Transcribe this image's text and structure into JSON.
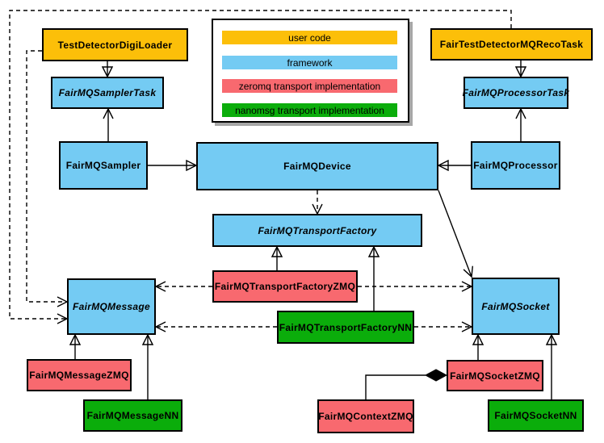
{
  "palette": {
    "user_code": "#fcbf09",
    "framework": "#74cbf3",
    "zeromq": "#f8696f",
    "nanomsg": "#0bad0b",
    "line": "#000000",
    "background": "#ffffff"
  },
  "legend": {
    "items": [
      {
        "label": "user code",
        "category": "user_code"
      },
      {
        "label": "framework",
        "category": "framework"
      },
      {
        "label": "zeromq transport implementation",
        "category": "zeromq"
      },
      {
        "label": "nanomsg transport implementation",
        "category": "nanomsg"
      }
    ]
  },
  "nodes": {
    "digi_loader": {
      "label": "TestDetectorDigiLoader",
      "category": "user_code",
      "abstract": false
    },
    "reco_task": {
      "label": "FairTestDetectorMQRecoTask",
      "category": "user_code",
      "abstract": false
    },
    "sampler_task": {
      "label": "FairMQSamplerTask",
      "category": "framework",
      "abstract": true
    },
    "processor_task": {
      "label": "FairMQProcessorTask",
      "category": "framework",
      "abstract": true
    },
    "sampler": {
      "label": "FairMQSampler",
      "category": "framework",
      "abstract": false
    },
    "processor": {
      "label": "FairMQProcessor",
      "category": "framework",
      "abstract": false
    },
    "device": {
      "label": "FairMQDevice",
      "category": "framework",
      "abstract": false
    },
    "transport_factory": {
      "label": "FairMQTransportFactory",
      "category": "framework",
      "abstract": true
    },
    "transport_factory_zmq": {
      "label": "FairMQTransportFactoryZMQ",
      "category": "zeromq",
      "abstract": false
    },
    "transport_factory_nn": {
      "label": "FairMQTransportFactoryNN",
      "category": "nanomsg",
      "abstract": false
    },
    "message": {
      "label": "FairMQMessage",
      "category": "framework",
      "abstract": true
    },
    "socket": {
      "label": "FairMQSocket",
      "category": "framework",
      "abstract": true
    },
    "message_zmq": {
      "label": "FairMQMessageZMQ",
      "category": "zeromq",
      "abstract": false
    },
    "message_nn": {
      "label": "FairMQMessageNN",
      "category": "nanomsg",
      "abstract": false
    },
    "socket_zmq": {
      "label": "FairMQSocketZMQ",
      "category": "zeromq",
      "abstract": false
    },
    "socket_nn": {
      "label": "FairMQSocketNN",
      "category": "nanomsg",
      "abstract": false
    },
    "context_zmq": {
      "label": "FairMQContextZMQ",
      "category": "zeromq",
      "abstract": false
    }
  },
  "edges": [
    {
      "from": "TestDetectorDigiLoader",
      "to": "FairMQSamplerTask",
      "type": "inheritance"
    },
    {
      "from": "FairTestDetectorMQRecoTask",
      "to": "FairMQProcessorTask",
      "type": "inheritance"
    },
    {
      "from": "FairMQSampler",
      "to": "FairMQSamplerTask",
      "type": "association"
    },
    {
      "from": "FairMQProcessor",
      "to": "FairMQProcessorTask",
      "type": "association"
    },
    {
      "from": "FairMQSampler",
      "to": "FairMQDevice",
      "type": "inheritance"
    },
    {
      "from": "FairMQProcessor",
      "to": "FairMQDevice",
      "type": "inheritance"
    },
    {
      "from": "FairMQDevice",
      "to": "FairMQTransportFactory",
      "type": "dependency"
    },
    {
      "from": "FairMQDevice",
      "to": "FairMQSocket",
      "type": "association"
    },
    {
      "from": "FairMQTransportFactoryZMQ",
      "to": "FairMQTransportFactory",
      "type": "inheritance"
    },
    {
      "from": "FairMQTransportFactoryNN",
      "to": "FairMQTransportFactory",
      "type": "inheritance"
    },
    {
      "from": "FairMQTransportFactoryZMQ",
      "to": "FairMQMessage",
      "type": "dependency"
    },
    {
      "from": "FairMQTransportFactoryZMQ",
      "to": "FairMQSocket",
      "type": "dependency"
    },
    {
      "from": "FairMQTransportFactoryNN",
      "to": "FairMQMessage",
      "type": "dependency"
    },
    {
      "from": "FairMQTransportFactoryNN",
      "to": "FairMQSocket",
      "type": "dependency"
    },
    {
      "from": "TestDetectorDigiLoader",
      "to": "FairMQMessage",
      "type": "dependency"
    },
    {
      "from": "FairTestDetectorMQRecoTask",
      "to": "FairMQMessage",
      "type": "dependency"
    },
    {
      "from": "FairMQMessageZMQ",
      "to": "FairMQMessage",
      "type": "inheritance"
    },
    {
      "from": "FairMQMessageNN",
      "to": "FairMQMessage",
      "type": "inheritance"
    },
    {
      "from": "FairMQSocketZMQ",
      "to": "FairMQSocket",
      "type": "inheritance"
    },
    {
      "from": "FairMQSocketNN",
      "to": "FairMQSocket",
      "type": "inheritance"
    },
    {
      "from": "FairMQSocketZMQ",
      "to": "FairMQContextZMQ",
      "type": "composition"
    }
  ]
}
